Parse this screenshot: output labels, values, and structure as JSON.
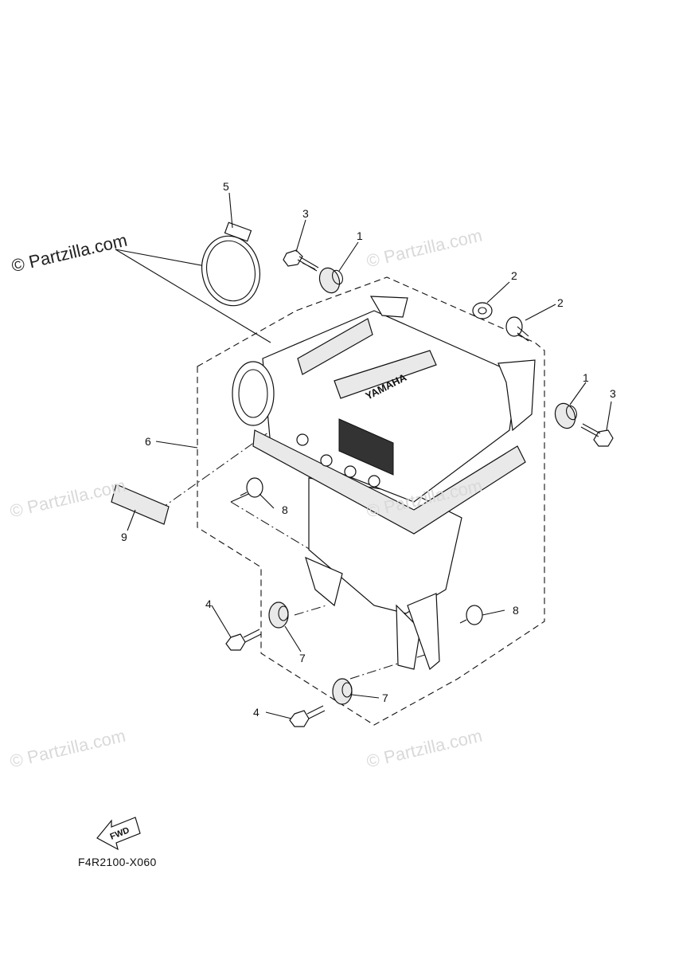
{
  "watermarks": {
    "primary": "© Partzilla.com",
    "repeat": "© Partzilla.com"
  },
  "callouts": {
    "c1a": "1",
    "c1b": "1",
    "c2a": "2",
    "c2b": "2",
    "c3a": "3",
    "c3b": "3",
    "c4a": "4",
    "c4b": "4",
    "c5": "5",
    "c6": "6",
    "c7a": "7",
    "c7b": "7",
    "c8a": "8",
    "c8b": "8",
    "c9": "9"
  },
  "fwd_label": "FWD",
  "brand_label": "YAMAHA",
  "figure_code": "F4R2100-X060"
}
